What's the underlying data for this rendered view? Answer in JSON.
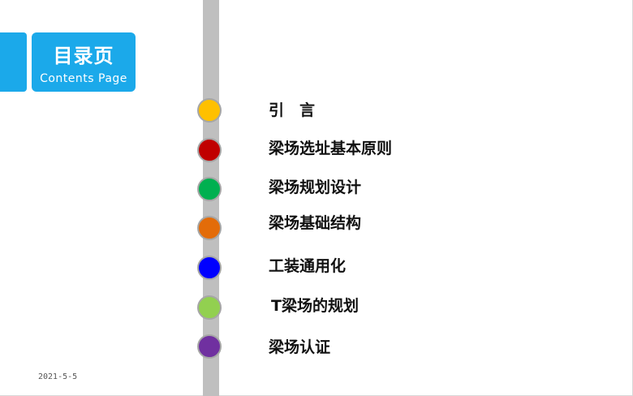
{
  "title": {
    "cn": "目录页",
    "en": "Contents Page"
  },
  "items": [
    {
      "label": "引　言",
      "color": "#ffc000"
    },
    {
      "label": "梁场选址基本原则",
      "color": "#c00000"
    },
    {
      "label": "梁场规划设计",
      "color": "#00b050"
    },
    {
      "label": "梁场基础结构",
      "color": "#e36c09"
    },
    {
      "label": "工装通用化",
      "color": "#0000ff"
    },
    {
      "label": "T梁场的规划",
      "color": "#92d050"
    },
    {
      "label": "梁场认证",
      "color": "#7030a0"
    }
  ],
  "footer": {
    "date": "2021-5-5"
  }
}
